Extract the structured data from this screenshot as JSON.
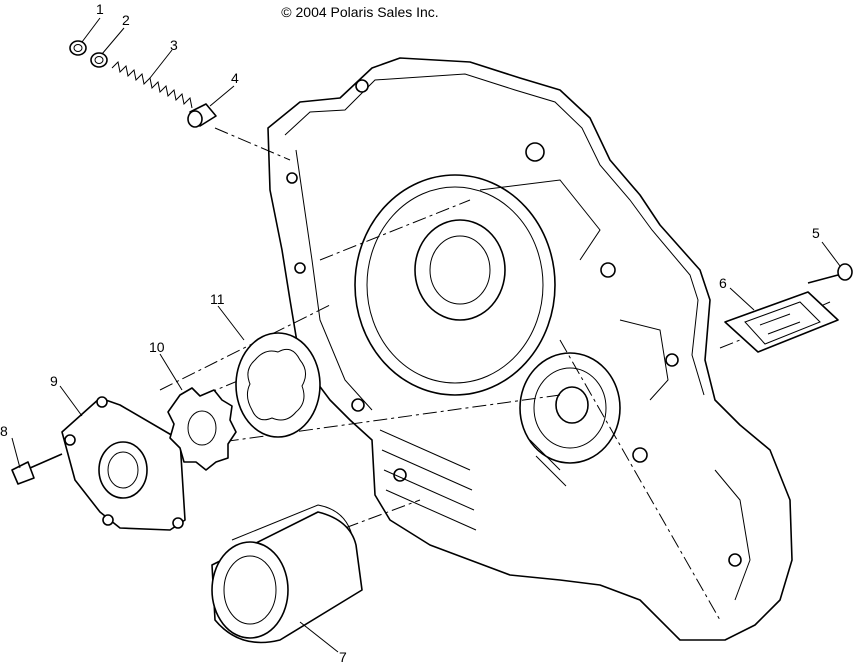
{
  "copyright": "© 2004 Polaris Sales Inc.",
  "callouts": [
    {
      "id": "1",
      "part": "cap-nut"
    },
    {
      "id": "2",
      "part": "washer"
    },
    {
      "id": "3",
      "part": "spring"
    },
    {
      "id": "4",
      "part": "relief-valve-plunger"
    },
    {
      "id": "5",
      "part": "screw"
    },
    {
      "id": "6",
      "part": "reed-plate"
    },
    {
      "id": "7",
      "part": "oil-filter"
    },
    {
      "id": "8",
      "part": "screw"
    },
    {
      "id": "9",
      "part": "pump-cover"
    },
    {
      "id": "10",
      "part": "inner-rotor"
    },
    {
      "id": "11",
      "part": "outer-rotor"
    }
  ]
}
